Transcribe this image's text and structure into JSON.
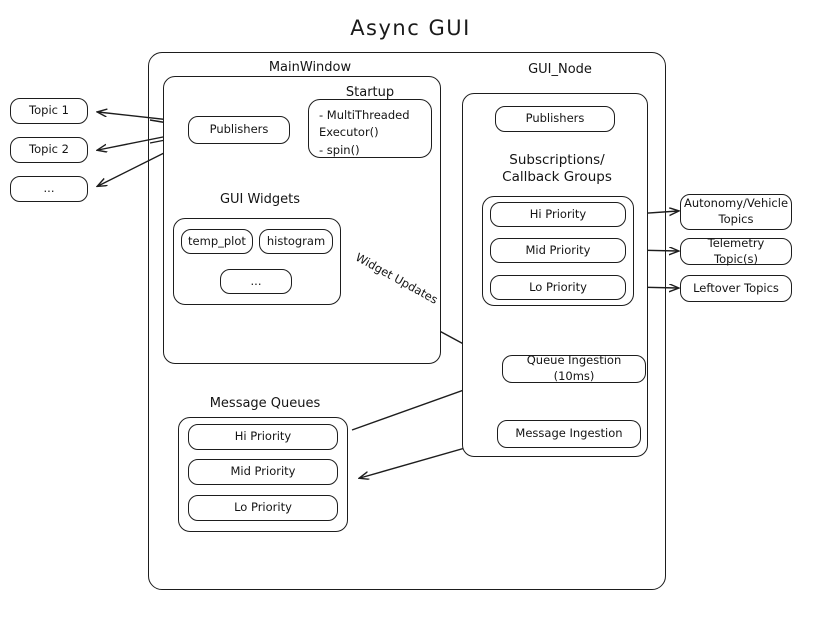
{
  "diagram": {
    "title": "Async  GUI",
    "left_topics": [
      {
        "label": "Topic 1"
      },
      {
        "label": "Topic 2"
      },
      {
        "label": "..."
      }
    ],
    "main_window": {
      "label": "MainWindow",
      "publishers": {
        "label": "Publishers"
      },
      "startup": {
        "label": "Startup",
        "items_text": "- MultiThreaded\n  Executor()\n- spin()"
      },
      "gui_widgets": {
        "label": "GUI Widgets",
        "widgets": [
          {
            "label": "temp_plot"
          },
          {
            "label": "histogram"
          },
          {
            "label": "..."
          }
        ]
      },
      "message_queues": {
        "label": "Message Queues",
        "queues": [
          {
            "label": "Hi Priority"
          },
          {
            "label": "Mid Priority"
          },
          {
            "label": "Lo Priority"
          }
        ]
      }
    },
    "gui_node": {
      "label": "GUI_Node",
      "publishers": {
        "label": "Publishers"
      },
      "subscriptions": {
        "label": "Subscriptions/\nCallback Groups",
        "groups": [
          {
            "label": "Hi Priority"
          },
          {
            "label": "Mid Priority"
          },
          {
            "label": "Lo Priority"
          }
        ]
      },
      "queue_ingestion": {
        "label": "Queue Ingestion (10ms)"
      },
      "message_ingestion": {
        "label": "Message Ingestion"
      }
    },
    "right_topics": [
      {
        "label": "Autonomy/Vehicle Topics"
      },
      {
        "label": "Telemetry Topic(s)"
      },
      {
        "label": "Leftover Topics"
      }
    ],
    "edge_labels": {
      "widget_updates": "Widget Updates"
    },
    "colors": {
      "stroke": "#1d1d1d",
      "background": "#ffffff",
      "text": "#141414"
    }
  }
}
